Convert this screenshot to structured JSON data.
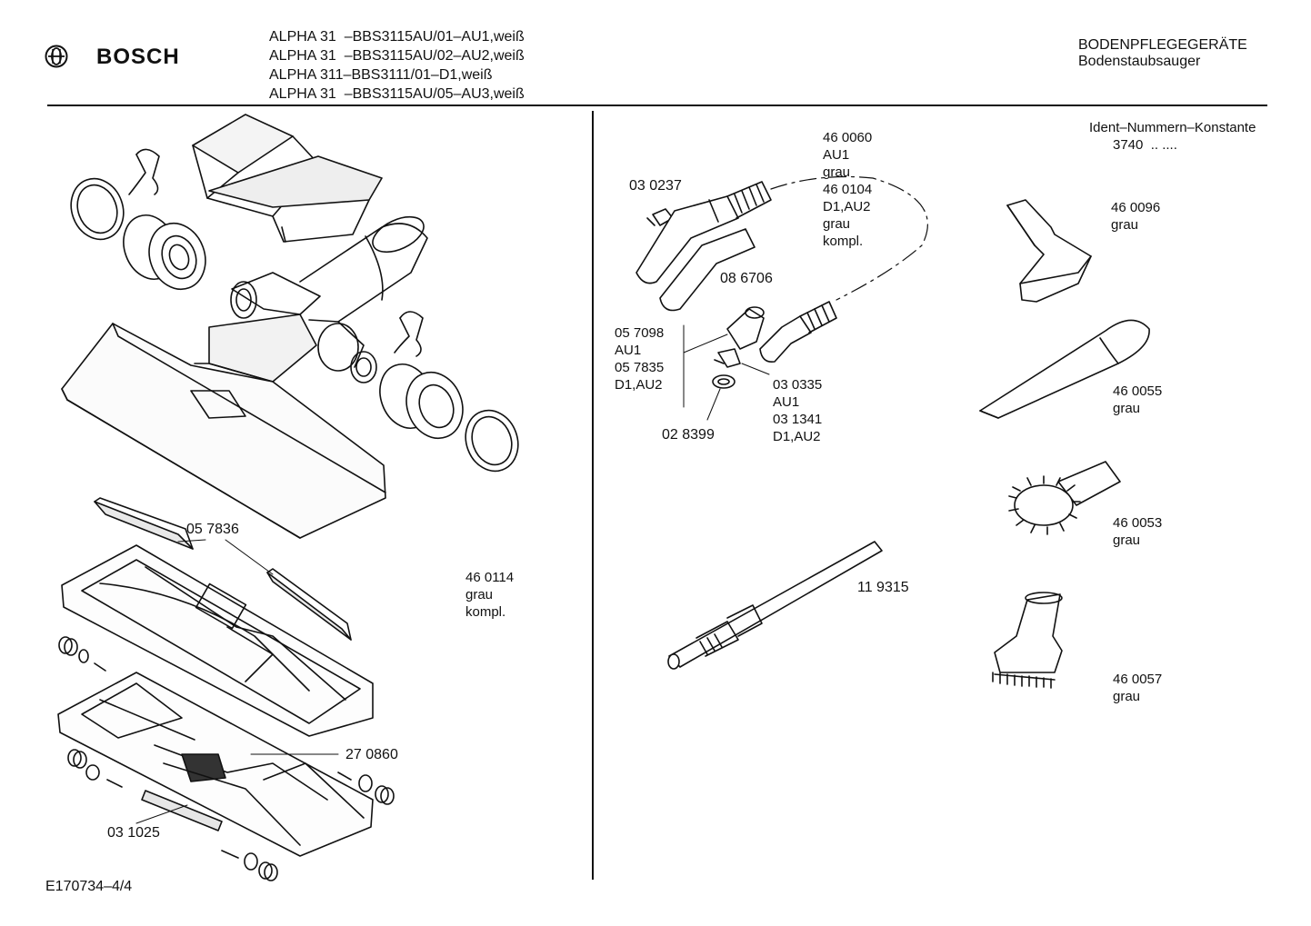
{
  "brand": {
    "name": "BOSCH"
  },
  "header": {
    "models": [
      "ALPHA 31  –BBS3115AU/01–AU1,weiß",
      "ALPHA 31  –BBS3115AU/02–AU2,weiß",
      "ALPHA 311–BBS3111/01–D1,weiß",
      "ALPHA 31  –BBS3115AU/05–AU3,weiß"
    ],
    "category": "BODENPFLEGEGERÄTE",
    "subcategory": "Bodenstaubsauger"
  },
  "ident": {
    "title": "Ident–Nummern–Konstante",
    "value": "3740  .. ...."
  },
  "left_parts": {
    "p057836": "05 7836",
    "p460114": [
      "46 0114",
      "grau",
      "kompl."
    ],
    "p270860": "27 0860",
    "p031025": "03 1025"
  },
  "right_parts": {
    "p030237": "03 0237",
    "p460060": [
      "46 0060",
      "AU1",
      "grau",
      "46 0104",
      "D1,AU2",
      "grau",
      "kompl."
    ],
    "p086706": "08 6706",
    "p057098": [
      "05 7098",
      "AU1",
      "05 7835",
      "D1,AU2"
    ],
    "p030335": [
      "03 0335",
      "AU1",
      "03 1341",
      "D1,AU2"
    ],
    "p028399": "02 8399",
    "p119315": "11 9315",
    "p460096": [
      "46 0096",
      "grau"
    ],
    "p460055": [
      "46 0055",
      "grau"
    ],
    "p460053": [
      "46 0053",
      "grau"
    ],
    "p460057": [
      "46 0057",
      "grau"
    ]
  },
  "footer": {
    "drawing_id": "E170734–4/4"
  },
  "colors": {
    "ink": "#111111",
    "paper": "#ffffff",
    "shade": "#d9d9d9"
  },
  "icons": {
    "logo": "bosch-armature-icon"
  }
}
